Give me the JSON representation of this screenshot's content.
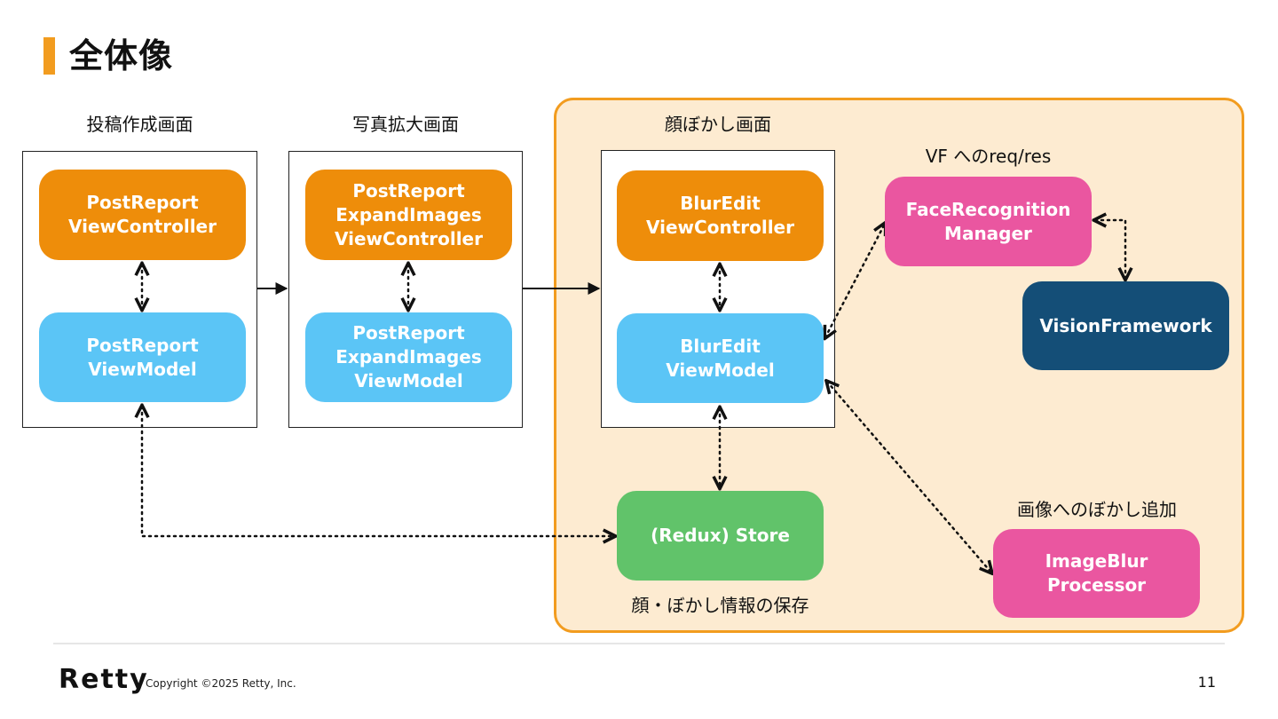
{
  "header": {
    "title": "全体像"
  },
  "screens": {
    "post_create": "投稿作成画面",
    "photo_expand": "写真拡大画面",
    "face_blur": "顔ぼかし画面"
  },
  "nodes": {
    "post_report_vc": [
      "PostReport",
      "ViewController"
    ],
    "post_report_vm": [
      "PostReport",
      "ViewModel"
    ],
    "expand_vc": [
      "PostReport",
      "ExpandImages",
      "ViewController"
    ],
    "expand_vm": [
      "PostReport",
      "ExpandImages",
      "ViewModel"
    ],
    "blur_vc": [
      "BlurEdit",
      "ViewController"
    ],
    "blur_vm": [
      "BlurEdit",
      "ViewModel"
    ],
    "face_manager": [
      "FaceRecognition",
      "Manager"
    ],
    "vision": [
      "VisionFramework"
    ],
    "store": [
      "(Redux) Store"
    ],
    "image_blur": [
      "ImageBlur",
      "Processor"
    ]
  },
  "annotations": {
    "vf_req_res": "VF へのreq/res",
    "image_blur_add": "画像へのぼかし追加",
    "store_info": "顔・ぼかし情報の保存"
  },
  "footer": {
    "logo": "Retty",
    "copyright": "Copyright ©2025 Retty, Inc.",
    "page": "11"
  },
  "colors": {
    "accent": "#f29c1f",
    "view_controller": "#ee8d0a",
    "view_model": "#5bc5f6",
    "manager": "#ea56a0",
    "vision": "#144e77",
    "store": "#61c36a"
  }
}
